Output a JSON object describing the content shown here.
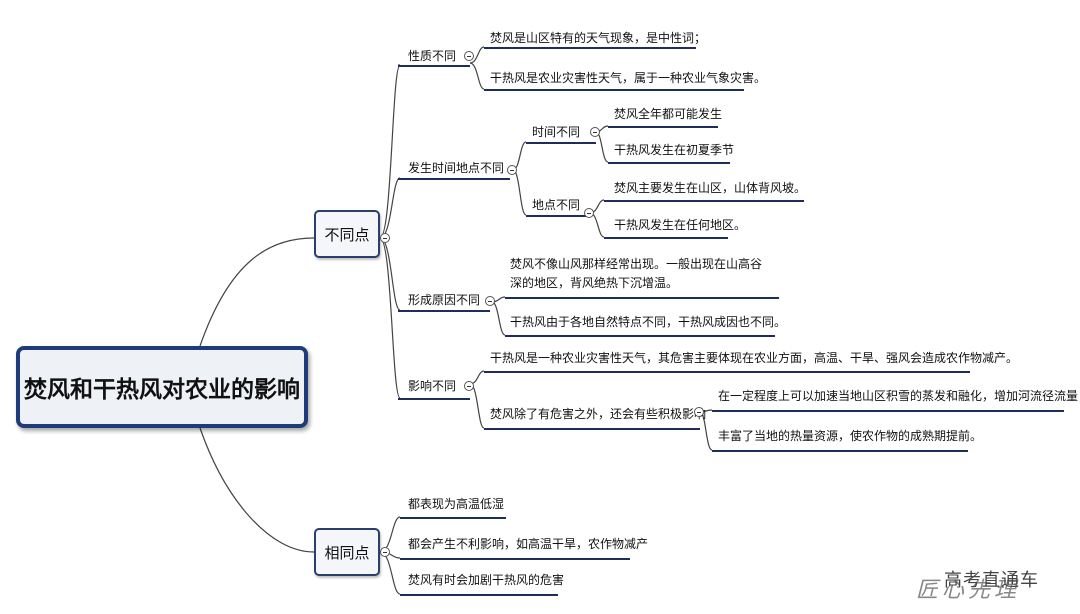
{
  "root": "焚风和干热风对农业的影响",
  "differences": {
    "label": "不同点",
    "nature": {
      "label": "性质不同",
      "items": [
        "焚风是山区特有的天气现象，是中性词；",
        "干热风是农业灾害性天气，属于一种农业气象灾害。"
      ]
    },
    "time_place": {
      "label": "发生时间地点不同",
      "time": {
        "label": "时间不同",
        "items": [
          "焚风全年都可能发生",
          "干热风发生在初夏季节"
        ]
      },
      "place": {
        "label": "地点不同",
        "items": [
          "焚风主要发生在山区，山体背风坡。",
          "干热风发生在任何地区。"
        ]
      }
    },
    "cause": {
      "label": "形成原因不同",
      "items": [
        "焚风不像山风那样经常出现。一般出现在山高谷深的地区，背风绝热下沉增温。",
        "干热风由于各地自然特点不同，干热风成因也不同。"
      ]
    },
    "impact": {
      "label": "影响不同",
      "item1": "干热风是一种农业灾害性天气，其危害主要体现在农业方面，高温、干旱、强风会造成农作物减产。",
      "item2": "焚风除了有危害之外，还会有些积极影响",
      "sub": [
        "在一定程度上可以加速当地山区积雪的蒸发和融化，增加河流径流量；",
        "丰富了当地的热量资源，使农作物的成熟期提前。"
      ]
    }
  },
  "similarities": {
    "label": "相同点",
    "items": [
      "都表现为高温低湿",
      "都会产生不利影响，如高温干旱，农作物减产",
      "焚风有时会加剧干热风的危害"
    ]
  },
  "watermark": "高考直通车",
  "watermark_logo": "匠心先理"
}
